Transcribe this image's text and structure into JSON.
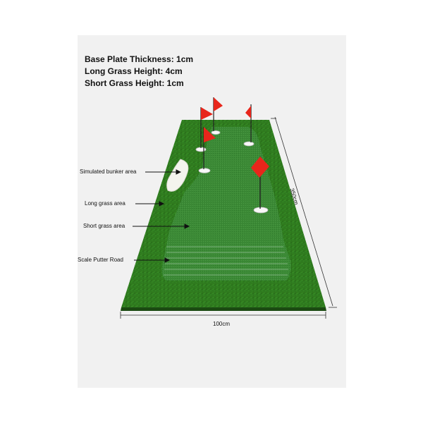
{
  "specs": [
    "Base Plate Thickness: 1cm",
    "Long Grass Height: 4cm",
    "Short Grass Height: 1cm"
  ],
  "callouts": {
    "bunker": "Simulated bunker area",
    "long_grass": "Long grass area",
    "short_grass": "Short grass area",
    "putter_road": "Scale Putter Road"
  },
  "dimensions": {
    "length": "350cm",
    "width": "100cm"
  },
  "colors": {
    "long_grass": "#2f7a1e",
    "short_grass": "#3f8a3a",
    "flag": "#e8261b",
    "bunker": "#f4f4ee",
    "panel": "#f1f1f1"
  }
}
